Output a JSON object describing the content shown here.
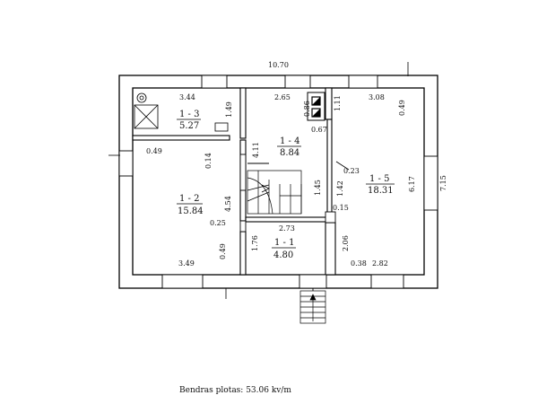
{
  "dimensions": {
    "overall_width": "10.70",
    "overall_height": "7.15",
    "top_left": "3.44",
    "top_mid": "2.65",
    "top_right": "3.08",
    "d_149": "1.49",
    "d_086": "0.86",
    "d_067": "0.67",
    "d_111": "1.11",
    "d_049_right": "0.49",
    "d_049_left": "0.49",
    "d_014": "0.14",
    "d_411": "4.11",
    "d_023": "0.23",
    "d_145": "1.45",
    "d_142": "1.42",
    "d_617": "6.17",
    "d_454": "4.54",
    "d_025": "0.25",
    "d_015": "0.15",
    "d_273": "2.73",
    "d_176": "1.76",
    "d_206": "2.06",
    "d_349": "3.49",
    "d_049_bottom": "0.49",
    "d_038": "0.38",
    "d_282": "2.82"
  },
  "rooms": [
    {
      "id": "1 - 3",
      "area": "5.27"
    },
    {
      "id": "1 - 4",
      "area": "8.84"
    },
    {
      "id": "1 - 5",
      "area": "18.31"
    },
    {
      "id": "1 - 2",
      "area": "15.84"
    },
    {
      "id": "1 - 1",
      "area": "4.80"
    }
  ],
  "footer": {
    "total_area": "Bendras plotas: 53.06 kv/m"
  }
}
